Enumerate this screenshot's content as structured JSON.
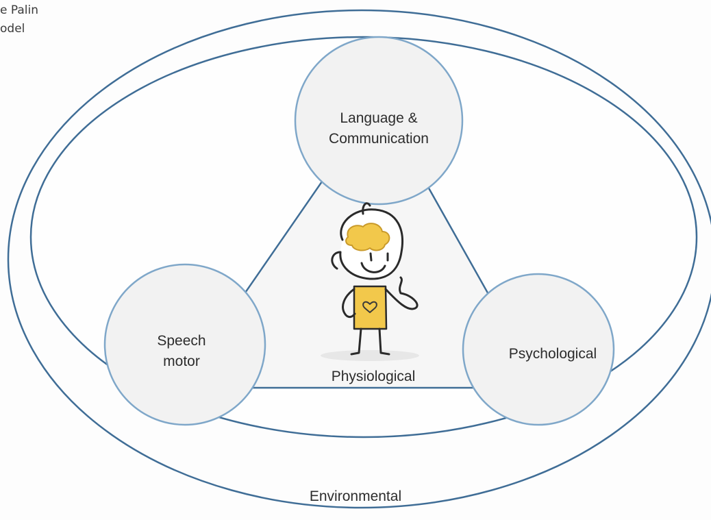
{
  "corner_caption": {
    "line1": "e Palin",
    "line2": "odel"
  },
  "nodes": {
    "language": {
      "line1": "Language &",
      "line2": "Communication"
    },
    "speech": {
      "line1": "Speech",
      "line2": "motor"
    },
    "psychological": {
      "label": "Psychological"
    },
    "physiological": {
      "label": "Physiological"
    },
    "environmental": {
      "label": "Environmental"
    }
  },
  "colors": {
    "outline": "#3f6d96",
    "circle_stroke": "#7fa7c9",
    "circle_fill": "#f2f2f2",
    "triangle_fill": "#f6f6f6",
    "figure_yellow": "#f2c84b",
    "figure_line": "#2a2a2a"
  },
  "figure": {
    "icon": "thinking-stick-figure-icon"
  }
}
